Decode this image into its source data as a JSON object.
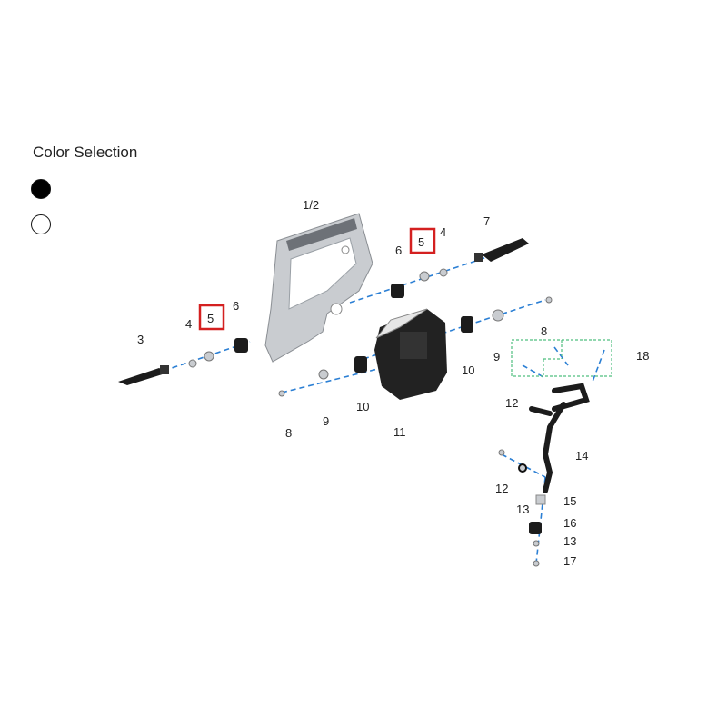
{
  "color_selection": {
    "title": "Color Selection",
    "options": [
      {
        "name": "Black",
        "color": "#000000"
      },
      {
        "name": "White",
        "color": "#ffffff"
      }
    ]
  },
  "callouts": {
    "l1": "1/2",
    "l2": "7",
    "l3": "6",
    "l4": "5",
    "l5": "4",
    "l6": "3",
    "l7": "4",
    "l8": "5",
    "l9": "6",
    "l10": "8",
    "l11": "9",
    "l12": "10",
    "l13": "8",
    "l14": "9",
    "l15": "10",
    "l16": "11",
    "l17": "18",
    "l18": "12",
    "l19": "14",
    "l20": "12",
    "l21": "13",
    "l22": "15",
    "l23": "16",
    "l24": "13",
    "l25": "17"
  },
  "colors": {
    "highlight_box": "#d42020",
    "leader_line": "#2b7fd4",
    "group_box": "#4fbf7f",
    "silver_part": "#c9ccd0",
    "dark_part": "#1c1c1c"
  }
}
